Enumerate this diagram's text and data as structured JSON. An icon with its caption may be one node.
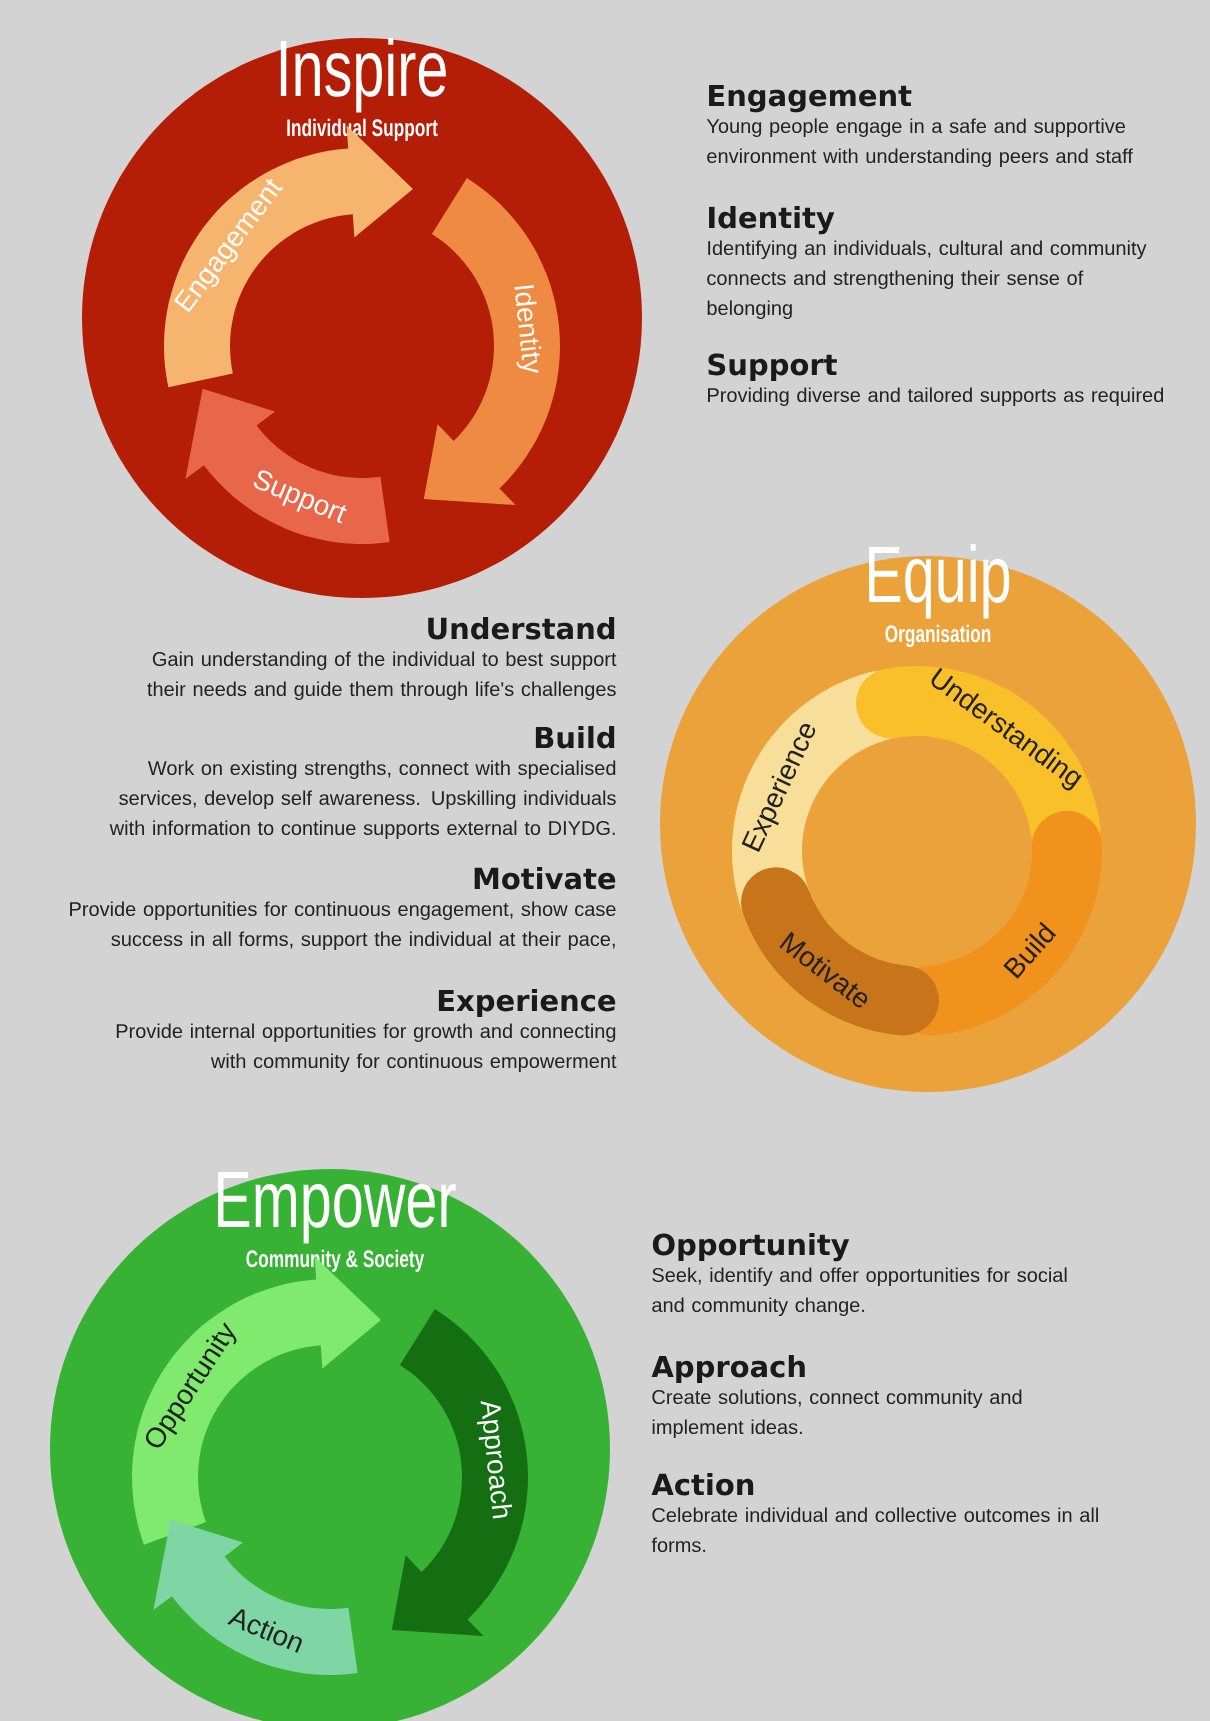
{
  "diagram": {
    "nodes": [
      {
        "text": [
          "Inspire",
          "Individual Support"
        ]
      },
      {
        "text": [
          "Engagement"
        ],
        "in": 0
      },
      {
        "text": [
          "Identity"
        ],
        "in": 0
      },
      {
        "text": [
          "Support"
        ],
        "in": 0
      },
      {
        "text": [
          "Equip",
          "Organisation"
        ]
      },
      {
        "text": [
          "Experience"
        ],
        "in": 4
      },
      {
        "text": [
          "Understanding"
        ],
        "in": 4
      },
      {
        "text": [
          "Build"
        ],
        "in": 4
      },
      {
        "text": [
          "Motivate"
        ],
        "in": 4
      },
      {
        "text": [
          "Empower",
          "Community & Society"
        ]
      },
      {
        "text": [
          "Opportunity"
        ],
        "in": 9
      },
      {
        "text": [
          "Approach"
        ],
        "in": 9
      },
      {
        "text": [
          "Action"
        ],
        "in": 9
      }
    ],
    "labels": [
      "Engagement",
      "Young people engage in a safe and supportive environment with understanding peers and staff",
      "Identity",
      "Identifying an individuals, cultural and community connects and strengthening their sense of belonging",
      "Support",
      "Providing diverse and tailored supports as required",
      "Understand",
      "Gain understanding of the individual to best support their needs and guide them through life's challenges",
      "Build",
      "Work on existing strengths, connect with specialised services, develop self awareness. Upskilling individuals with information to continue supports external to DIYDG.",
      "Motivate",
      "Provide opportunities for continuous engagement, show case success in all forms, support the individual at their pace,",
      "Experience",
      "Provide internal opportunities for growth and connecting with community for continuous empowerment",
      "Opportunity",
      "Seek, identify and offer opportunities for social and community change.",
      "Approach",
      "Create solutions, connect community and implement ideas.",
      "Action",
      "Celebrate individual and collective outcomes in all forms."
    ]
  }
}
